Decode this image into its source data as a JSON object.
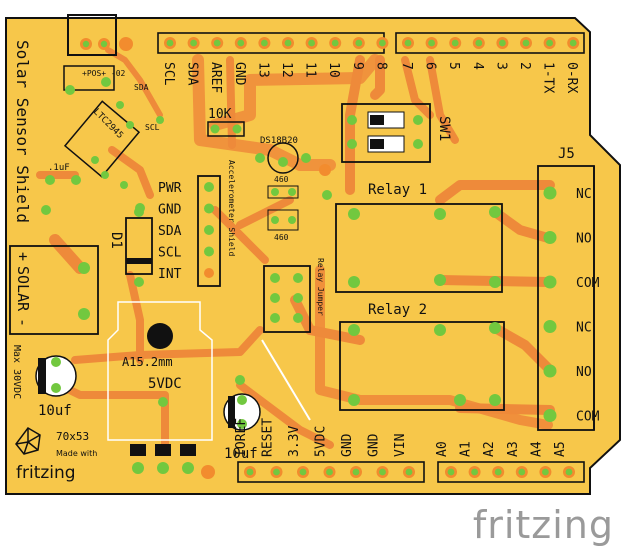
{
  "colors": {
    "board": "#f7c74a",
    "trace": "#ee8a3a",
    "pad": "#72c83f",
    "pad_ring": "#f28c2e",
    "silk": "#111111",
    "highlight": "#ffffff"
  },
  "board_labels": {
    "side_title": "Solar Sensor Shield",
    "pos_02": "+POS+\n-02",
    "sda_small": "SDA",
    "scl_small": "SCL",
    "ltc": "LTC2945",
    "cap_small": ".1uF",
    "solar_plus": "+",
    "solar_text": "SOLAR",
    "solar_minus": "-",
    "max_voltage": "Max 30VDC",
    "resistor": "10K",
    "sensor": "DS18B20",
    "res_460_a": "460",
    "res_460_b": "460",
    "accel": "Accelerometer Shield",
    "relay_jumper": "Relay Jumper",
    "diode": "D1",
    "regulator": "A15.2mm",
    "vdc5": "5VDC",
    "cap1": "10uf",
    "cap2": "10uf",
    "dims": "70x53",
    "made_with": "Made with",
    "fritzing_small": "fritzing",
    "sw": "SW1",
    "relay1": "Relay 1",
    "relay2": "Relay 2",
    "j5": "J5"
  },
  "i2c_header": [
    "PWR",
    "GND",
    "SDA",
    "SCL",
    "INT"
  ],
  "digital_header": [
    "SCL",
    "SDA",
    "AREF",
    "GND",
    "13",
    "12",
    "11",
    "10",
    "9",
    "8",
    "7",
    "6",
    "5",
    "4",
    "3",
    "2",
    "1-TX",
    "0-RX"
  ],
  "power_header": [
    "IOREF",
    "RESET",
    "3.3V",
    "5VDC",
    "GND",
    "GND",
    "VIN"
  ],
  "analog_header": [
    "A0",
    "A1",
    "A2",
    "A3",
    "A4",
    "A5"
  ],
  "terminal_labels": [
    "NC",
    "NO",
    "COM",
    "NC",
    "NO",
    "COM"
  ],
  "watermark": "fritzing"
}
